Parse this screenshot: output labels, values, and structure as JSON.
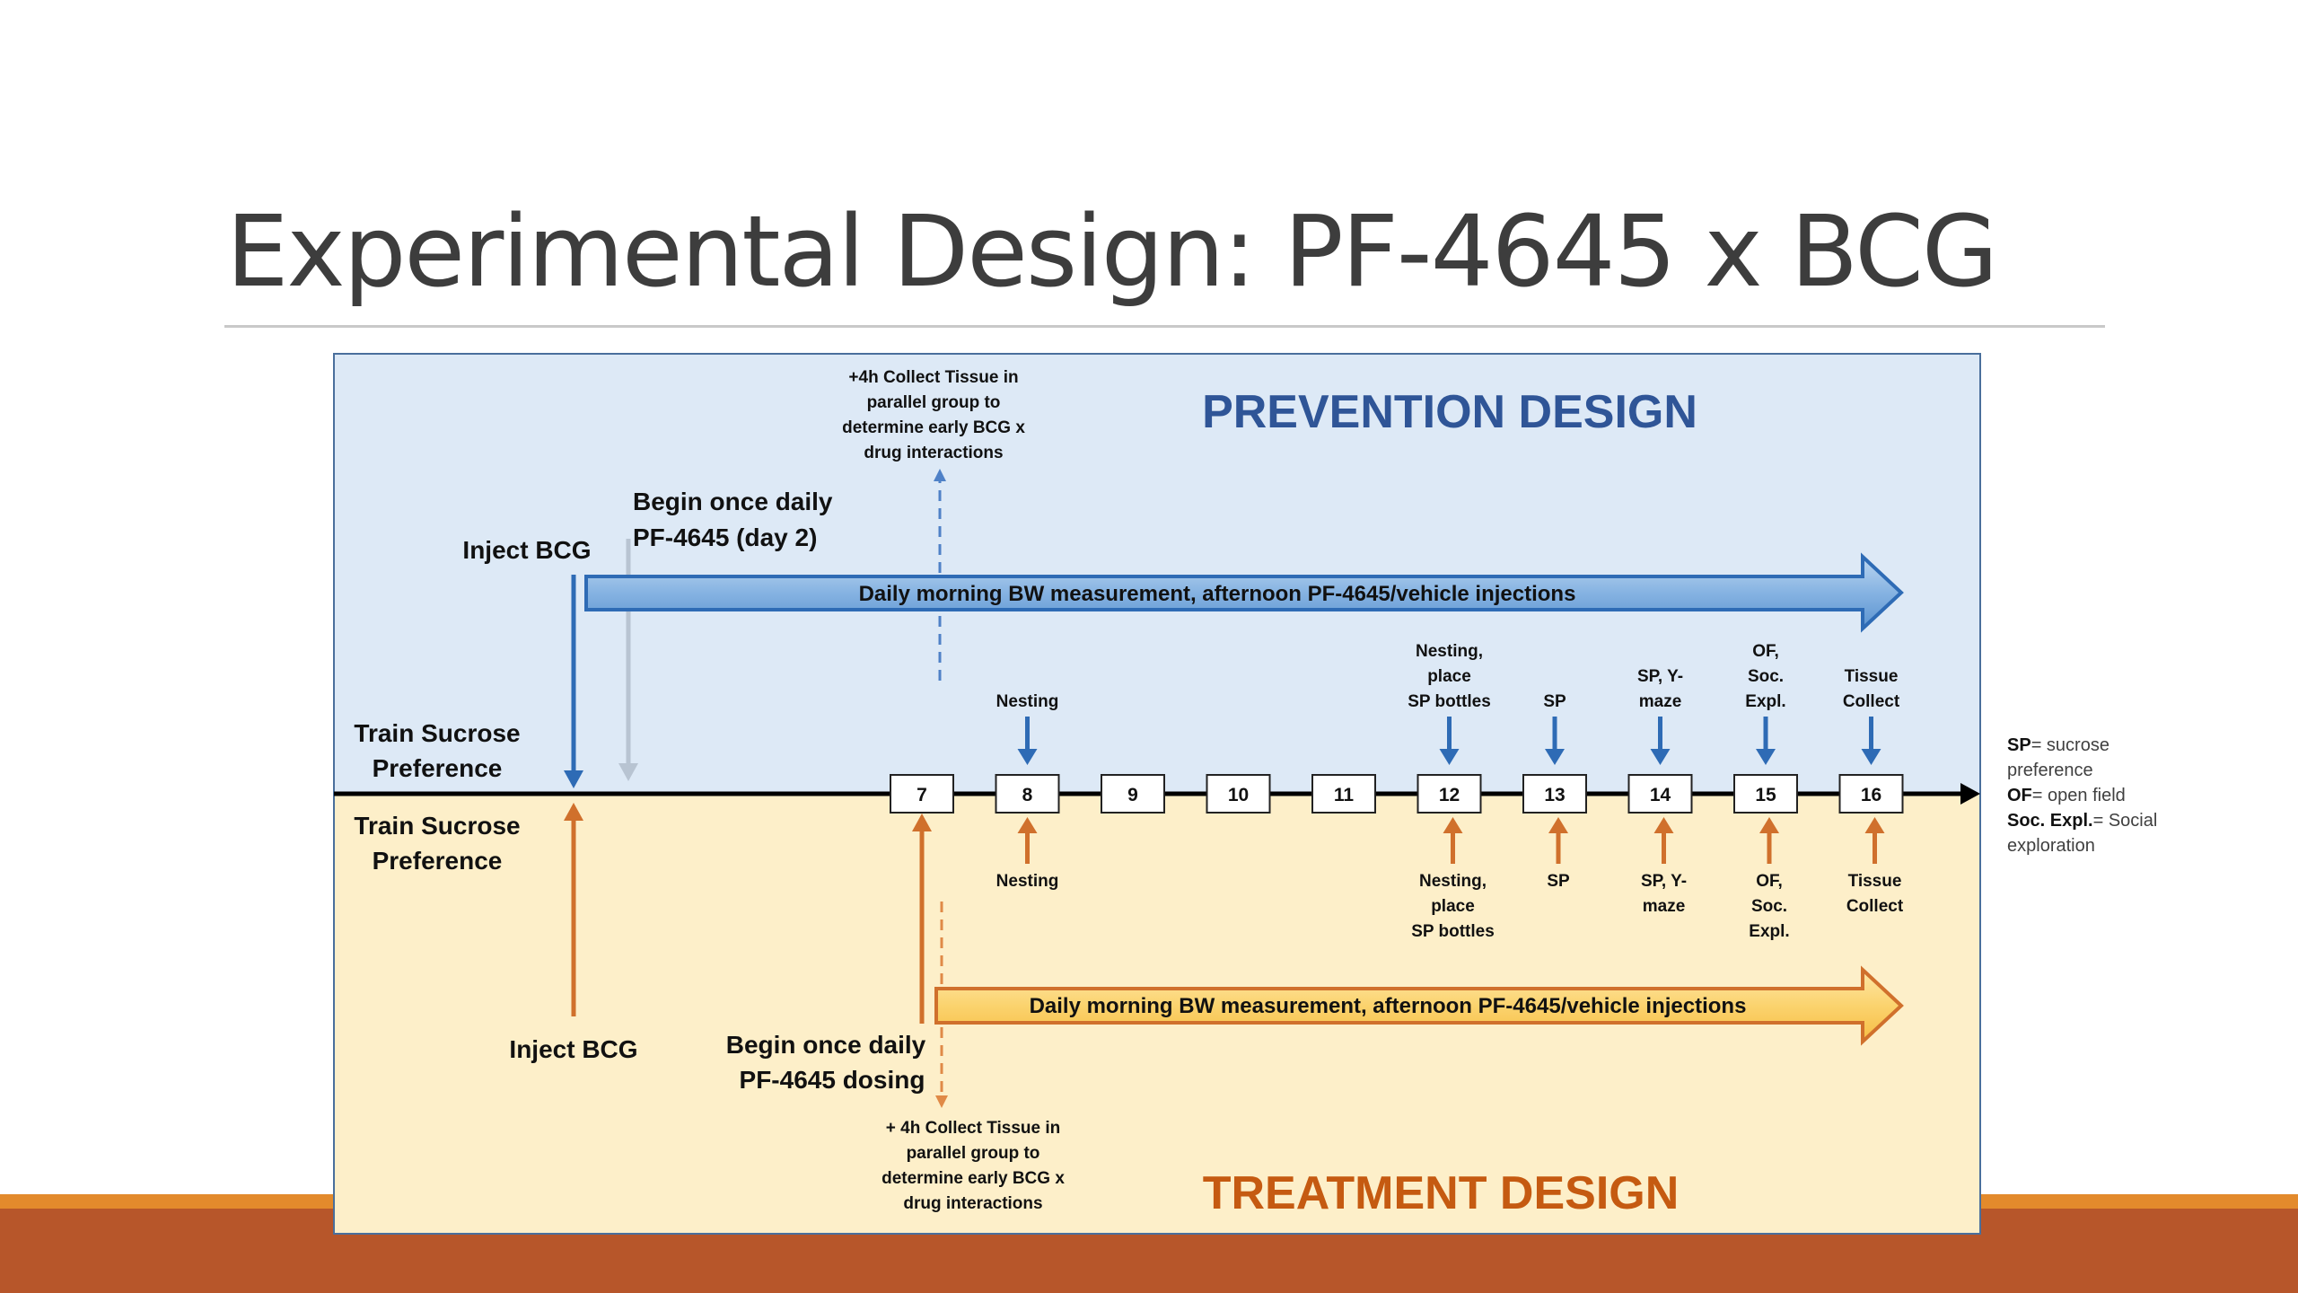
{
  "slide": {
    "title": "Experimental Design: PF-4645 x BCG"
  },
  "prevention": {
    "heading": "PREVENTION DESIGN",
    "train_line1": "Train Sucrose",
    "train_line2": "Preference",
    "inject": "Inject BCG",
    "begin_line1": "Begin once daily",
    "begin_line2": "PF-4645 (day 2)",
    "daily_arrow": "Daily morning BW measurement, afternoon PF-4645/vehicle injections",
    "collect_note": [
      "+4h Collect Tissue in",
      "parallel group to",
      "determine early BCG x",
      "drug interactions"
    ],
    "events": [
      {
        "day": "8",
        "lines": [
          "Nesting"
        ]
      },
      {
        "day": "12",
        "lines": [
          "Nesting,",
          "place",
          "SP bottles"
        ]
      },
      {
        "day": "13",
        "lines": [
          "SP"
        ]
      },
      {
        "day": "14",
        "lines": [
          "SP, Y-",
          "maze"
        ]
      },
      {
        "day": "15",
        "lines": [
          "OF,",
          "Soc.",
          "Expl."
        ]
      },
      {
        "day": "16",
        "lines": [
          "Tissue",
          "Collect"
        ]
      }
    ]
  },
  "treatment": {
    "heading": "TREATMENT DESIGN",
    "train_line1": "Train Sucrose",
    "train_line2": "Preference",
    "inject": "Inject BCG",
    "begin_line1": "Begin once daily",
    "begin_line2": "PF-4645 dosing",
    "daily_arrow": "Daily morning BW measurement, afternoon PF-4645/vehicle injections",
    "collect_note": [
      "+ 4h Collect Tissue in",
      "parallel group to",
      "determine early BCG x",
      "drug interactions"
    ],
    "events": [
      {
        "day": "8",
        "lines": [
          "Nesting"
        ]
      },
      {
        "day": "12",
        "lines": [
          "Nesting,",
          "place",
          "SP bottles"
        ]
      },
      {
        "day": "13",
        "lines": [
          "SP"
        ]
      },
      {
        "day": "14",
        "lines": [
          "SP, Y-",
          "maze"
        ]
      },
      {
        "day": "15",
        "lines": [
          "OF,",
          "Soc.",
          "Expl."
        ]
      },
      {
        "day": "16",
        "lines": [
          "Tissue",
          "Collect"
        ]
      }
    ]
  },
  "timeline": {
    "days": [
      "7",
      "8",
      "9",
      "10",
      "11",
      "12",
      "13",
      "14",
      "15",
      "16"
    ]
  },
  "legend": [
    {
      "abbr": "SP",
      "text": "= sucrose",
      "cont": "preference"
    },
    {
      "abbr": "OF",
      "text": "= open field",
      "cont": ""
    },
    {
      "abbr": "Soc. Expl.",
      "text": "= Social",
      "cont": "exploration"
    }
  ],
  "colors": {
    "prevention_bg": "#dde9f6",
    "treatment_bg": "#fdefc9",
    "blue_arrow": "#2e6bb5",
    "orange_arrow": "#d0702c",
    "heading_blue": "#2f5597",
    "heading_orange": "#c55a11",
    "footer": "#b7562a"
  }
}
